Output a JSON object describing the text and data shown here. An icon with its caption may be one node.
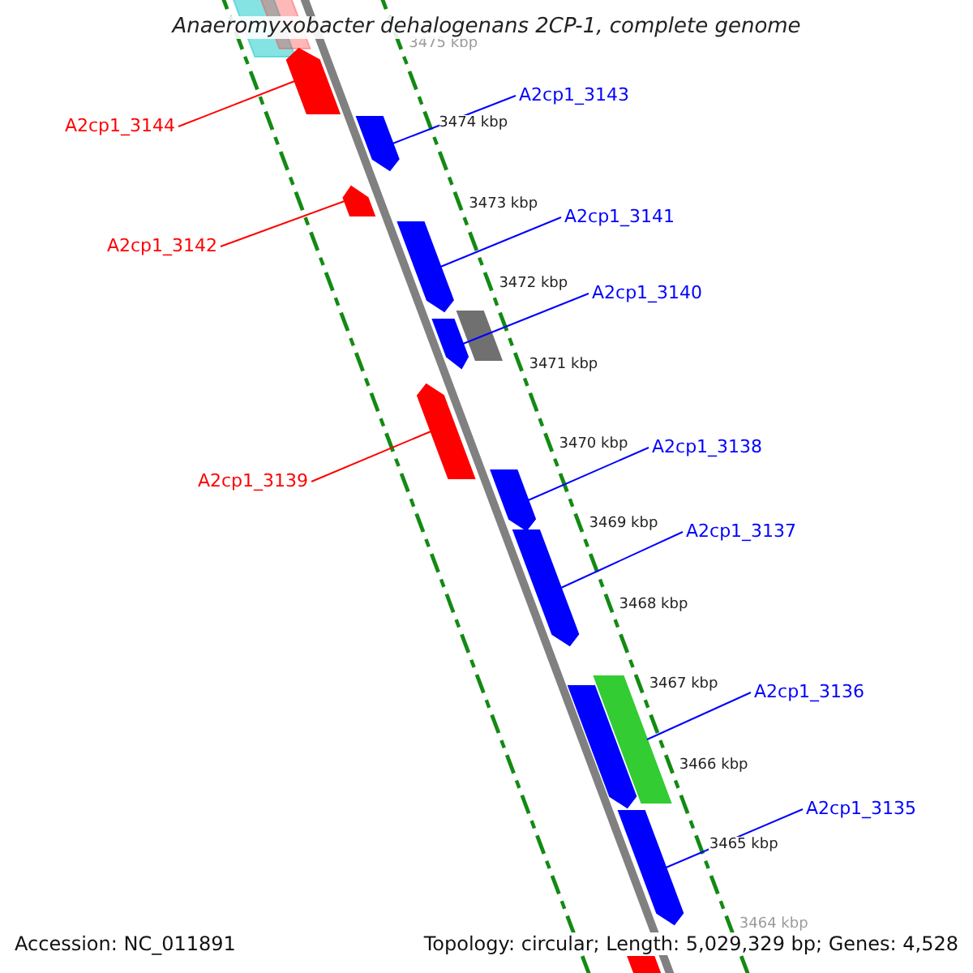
{
  "diagram": {
    "title": "Anaeromyxobacter dehalogenans 2CP-1, complete genome",
    "nodes": [
      {
        "text": [],
        "shape": "bar"
      },
      {
        "text": [],
        "shape": "bar"
      },
      {
        "text": [],
        "shape": "arrow"
      },
      {
        "text": [],
        "shape": "arrow"
      },
      {
        "text": [],
        "shape": "arrow"
      },
      {
        "text": [],
        "shape": "arrow"
      },
      {
        "text": [],
        "shape": "arrow"
      },
      {
        "text": [],
        "shape": "arrow"
      },
      {
        "text": [],
        "shape": "arrow"
      },
      {
        "text": [],
        "shape": "arrow"
      },
      {
        "text": [],
        "shape": "arrow"
      },
      {
        "text": [],
        "shape": "arrow"
      },
      {
        "text": [],
        "shape": "arrow"
      },
      {
        "text": [],
        "shape": "arrow"
      },
      {
        "text": [],
        "shape": "bar"
      },
      {
        "text": [
          "A2cp1_3143"
        ]
      },
      {
        "text": [
          "A2cp1_3144"
        ]
      },
      {
        "text": [
          "A2cp1_3141"
        ]
      },
      {
        "text": [
          "A2cp1_3142"
        ]
      },
      {
        "text": [
          "A2cp1_3140"
        ]
      },
      {
        "text": [
          "A2cp1_3138"
        ]
      },
      {
        "text": [
          "A2cp1_3139"
        ]
      },
      {
        "text": [
          "A2cp1_3137"
        ]
      },
      {
        "text": [
          "A2cp1_3136"
        ]
      },
      {
        "text": [
          "A2cp1_3135"
        ]
      }
    ],
    "edges": [
      {
        "from": 15,
        "to": 3,
        "arrow": "none"
      },
      {
        "from": 16,
        "to": 2,
        "arrow": "none",
        "color": "#ff0000"
      },
      {
        "from": 17,
        "to": 5,
        "arrow": "none"
      },
      {
        "from": 18,
        "to": 4,
        "arrow": "none",
        "color": "#ff0000"
      },
      {
        "from": 19,
        "to": 7,
        "arrow": "none"
      },
      {
        "from": 20,
        "to": 9,
        "arrow": "none"
      },
      {
        "from": 21,
        "to": 8,
        "arrow": "none",
        "color": "#ff0000"
      },
      {
        "from": 22,
        "to": 10,
        "arrow": "none"
      },
      {
        "from": 23,
        "to": 11,
        "arrow": "none"
      },
      {
        "from": 24,
        "to": 13,
        "arrow": "none"
      }
    ],
    "labels": [
      "3475 kbp",
      "3474 kbp",
      "3473 kbp",
      "3472 kbp",
      "3471 kbp",
      "3470 kbp",
      "3469 kbp",
      "3468 kbp",
      "3467 kbp",
      "3466 kbp",
      "3465 kbp",
      "3464 kbp",
      "Accession: NC_011891",
      "Topology: circular; Length: 5,029,329 bp; Genes: 4,528"
    ]
  }
}
